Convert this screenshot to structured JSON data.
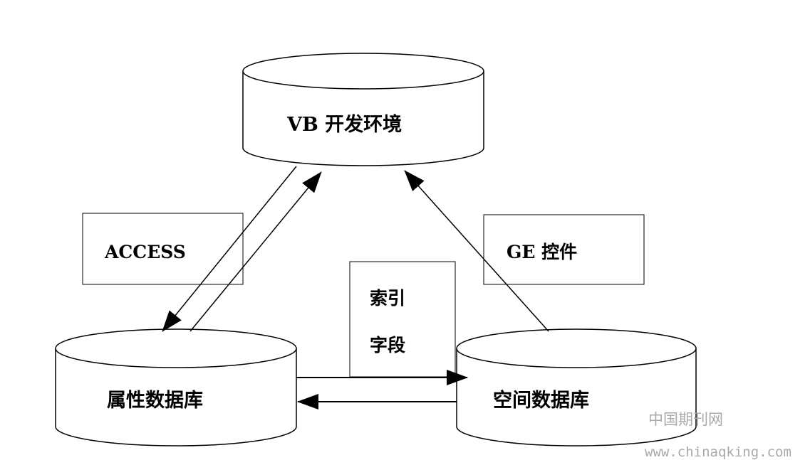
{
  "nodes": {
    "vb": {
      "label": "VB 开发环境"
    },
    "attr_db": {
      "label": "属性数据库"
    },
    "spatial_db": {
      "label": "空间数据库"
    }
  },
  "labels": {
    "access": "ACCESS",
    "ge": "GE  控件",
    "index_line1": "索引",
    "index_line2": "字段"
  },
  "watermark": {
    "site_name": "中国期刊网",
    "url": "www.chinaqking.com"
  },
  "colors": {
    "stroke": "#000000",
    "background": "#ffffff",
    "watermark": "#a9a9a9"
  }
}
